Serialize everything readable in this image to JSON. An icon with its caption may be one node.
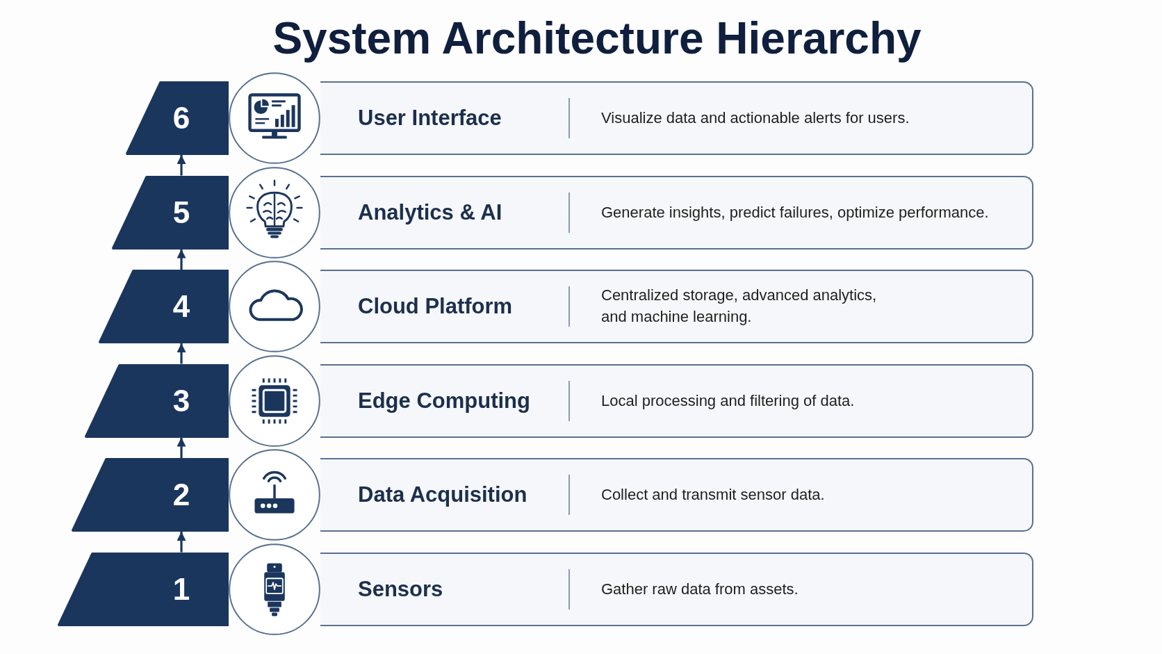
{
  "diagram": {
    "title": "System Architecture Hierarchy",
    "nodes": [
      {
        "text": [
          "6"
        ]
      },
      {
        "text": [
          "User Interface",
          "Visualize data and actionable alerts for users."
        ]
      },
      {
        "text": [
          "5"
        ]
      },
      {
        "text": [
          "Analytics & AI",
          "Generate insights, predict failures, optimize performance."
        ]
      },
      {
        "text": [
          "4"
        ]
      },
      {
        "text": [
          "Cloud Platform",
          "Centralized storage, advanced analytics, and machine learning."
        ]
      },
      {
        "text": [
          "3"
        ]
      },
      {
        "text": [
          "Edge Computing",
          "Local processing and filtering of data."
        ]
      },
      {
        "text": [
          "2"
        ]
      },
      {
        "text": [
          "Data Acquisition",
          "Collect and transmit sensor data."
        ]
      },
      {
        "text": [
          "1"
        ]
      },
      {
        "text": [
          "Sensors",
          "Gather raw data from assets."
        ]
      }
    ],
    "edges": [
      {
        "from": 10,
        "to": 8,
        "arrow": "to"
      },
      {
        "from": 8,
        "to": 6,
        "arrow": "to"
      },
      {
        "from": 6,
        "to": 4,
        "arrow": "to"
      },
      {
        "from": 4,
        "to": 2,
        "arrow": "to"
      },
      {
        "from": 2,
        "to": 0,
        "arrow": "to"
      }
    ]
  }
}
